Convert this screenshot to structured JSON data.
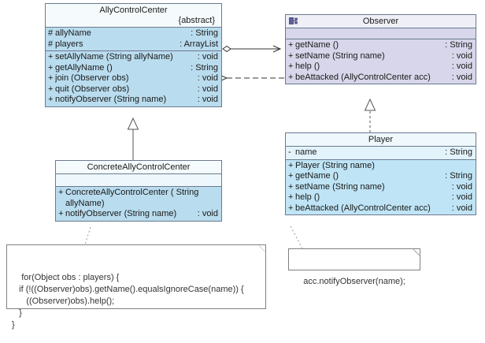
{
  "diagram": {
    "title": "Observer pattern UML class diagram",
    "colors": {
      "class_border": "#6b7a90",
      "ally_fill": "#b9dcee",
      "observer_fill": "#d7d6ea",
      "player_fill": "#bfe4f5",
      "note_border": "#808080",
      "background": "#ffffff"
    }
  },
  "classes": {
    "ally_control_center": {
      "name": "AllyControlCenter",
      "stereotype": "{abstract}",
      "attributes": [
        {
          "vis": "#",
          "sig": "allyName",
          "type": ": String"
        },
        {
          "vis": "#",
          "sig": "players",
          "type": ": ArrayList"
        }
      ],
      "methods": [
        {
          "vis": "+",
          "sig": "setAllyName (String allyName)",
          "type": ": void"
        },
        {
          "vis": "+",
          "sig": "getAllyName ()",
          "type": ": String"
        },
        {
          "vis": "+",
          "sig": "join (Observer obs)",
          "type": ": void"
        },
        {
          "vis": "+",
          "sig": "quit (Observer obs)",
          "type": ": void"
        },
        {
          "vis": "+",
          "sig": "notifyObserver (String name)",
          "type": ": void"
        }
      ]
    },
    "observer": {
      "name": "Observer",
      "icon": "interface-icon",
      "attributes": [],
      "methods": [
        {
          "vis": "+",
          "sig": "getName ()",
          "type": ": String"
        },
        {
          "vis": "+",
          "sig": "setName (String name)",
          "type": ": void"
        },
        {
          "vis": "+",
          "sig": "help ()",
          "type": ": void"
        },
        {
          "vis": "+",
          "sig": "beAttacked (AllyControlCenter acc)",
          "type": ": void"
        }
      ]
    },
    "concrete_ally_control_center": {
      "name": "ConcreteAllyControlCenter",
      "attributes": [],
      "methods": [
        {
          "vis": "+",
          "sig": "ConcreteAllyControlCenter (\n    String allyName)",
          "type": ""
        },
        {
          "vis": "+",
          "sig": "notifyObserver (String name)",
          "type": ": void",
          "italic": true
        }
      ]
    },
    "player": {
      "name": "Player",
      "attributes": [
        {
          "vis": "-",
          "sig": "name",
          "type": ": String"
        }
      ],
      "methods": [
        {
          "vis": "+",
          "sig": "Player (String name)",
          "type": ""
        },
        {
          "vis": "+",
          "sig": "getName ()",
          "type": ": String"
        },
        {
          "vis": "+",
          "sig": "setName (String name)",
          "type": ": void"
        },
        {
          "vis": "+",
          "sig": "help ()",
          "type": ": void"
        },
        {
          "vis": "+",
          "sig": "beAttacked (AllyControlCenter acc)",
          "type": ": void"
        }
      ]
    }
  },
  "notes": {
    "notify_observer_body": "for(Object obs : players) {\n   if (!((Observer)obs).getName().equalsIgnoreCase(name)) {\n      ((Observer)obs).help();\n   }\n}",
    "be_attacked_body": "acc.notifyObserver(name);"
  },
  "relations": [
    {
      "name": "aggregation-ally-observer",
      "kind": "aggregation",
      "from": "AllyControlCenter",
      "to": "Observer"
    },
    {
      "name": "dependency-observer-ally",
      "kind": "dependency",
      "from": "Observer",
      "to": "AllyControlCenter"
    },
    {
      "name": "generalization-concrete-ally",
      "kind": "generalization",
      "from": "ConcreteAllyControlCenter",
      "to": "AllyControlCenter"
    },
    {
      "name": "realization-player-observer",
      "kind": "realization",
      "from": "Player",
      "to": "Observer"
    },
    {
      "name": "note-anchor-notify",
      "kind": "note-anchor",
      "from": "note",
      "to": "ConcreteAllyControlCenter"
    },
    {
      "name": "note-anchor-acc",
      "kind": "note-anchor",
      "from": "note",
      "to": "Player"
    }
  ]
}
